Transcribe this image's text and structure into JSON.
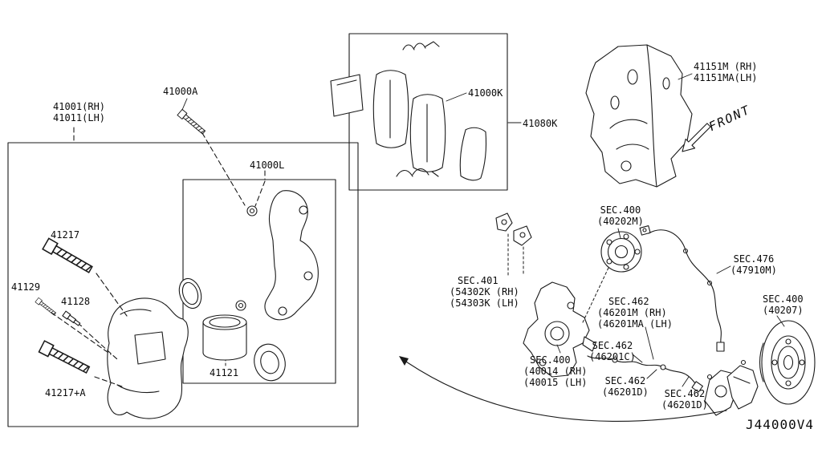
{
  "meta": {
    "diagram_code": "J44000V4",
    "front_indicator": "FRONT"
  },
  "labels": {
    "caliper_assembly": {
      "rh": "41001(RH)",
      "lh": "41011(LH)"
    },
    "pin_bolt": "41000A",
    "torque_member": "41000L",
    "slide_pin": "41217",
    "cap": "41129",
    "air_bleeder": "41128",
    "slide_pin_a": "41217+A",
    "piston": "41121",
    "pad_kit": "41000K",
    "pad_hardware": "41080K",
    "splash_shield": {
      "rh": "41151M (RH)",
      "lh": "41151MA(LH)"
    },
    "hub": {
      "sec": "SEC.400",
      "part": "(40202M)"
    },
    "abs_sensor": {
      "sec": "SEC.476",
      "part": "(47910M)"
    },
    "rotor": {
      "sec": "SEC.400",
      "part": "(40207)"
    },
    "strut": {
      "sec": "SEC.401",
      "rh": "(54302K (RH)",
      "lh": "(54303K (LH)"
    },
    "brake_hose": {
      "sec": "SEC.462",
      "rh": "(46201M (RH)",
      "lh": "(46201MA (LH)"
    },
    "knuckle": {
      "sec": "SEC.400",
      "rh": "(40014 (RH)",
      "lh": "(40015 (LH)"
    },
    "hose_connector": {
      "sec": "SEC.462",
      "part": "(46201C)"
    },
    "hose_d_front": {
      "sec": "SEC.462",
      "part": "(46201D)"
    },
    "hose_d_rear": {
      "sec": "SEC.462",
      "part": "(46201D)"
    }
  }
}
